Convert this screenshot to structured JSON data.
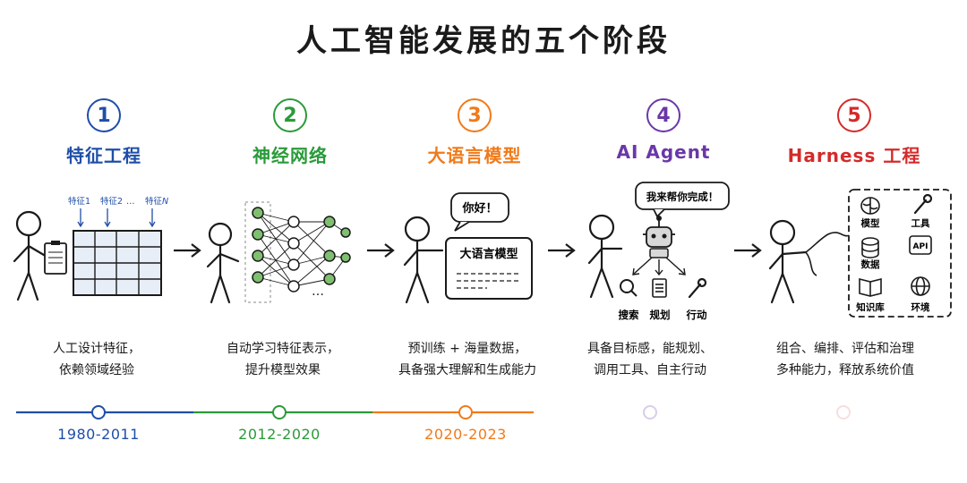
{
  "title": "人工智能发展的五个阶段",
  "colors": {
    "stage1": "#1f4ea8",
    "stage2": "#2a9a3a",
    "stage3": "#f07a1a",
    "stage4": "#6a38a8",
    "stage5": "#d42a2a"
  },
  "stages": [
    {
      "number": "1",
      "name": "特征工程",
      "desc_line1": "人工设计特征，",
      "desc_line2": "依赖领域经验",
      "period": "1980-2011",
      "labels": {
        "f1": "特征1",
        "f2": "特征2",
        "fn": "特征",
        "fn_sub": "N",
        "dots": "…"
      }
    },
    {
      "number": "2",
      "name": "神经网络",
      "desc_line1": "自动学习特征表示，",
      "desc_line2": "提升模型效果",
      "period": "2012-2020",
      "labels": {
        "dots": "…"
      }
    },
    {
      "number": "3",
      "name": "大语言模型",
      "desc_line1": "预训练 + 海量数据，",
      "desc_line2": "具备强大理解和生成能力",
      "period": "2020-2023",
      "labels": {
        "bubble": "你好！",
        "box": "大语言模型"
      }
    },
    {
      "number": "4",
      "name": "AI Agent",
      "desc_line1": "具备目标感，能规划、",
      "desc_line2": "调用工具、自主行动",
      "period": "",
      "labels": {
        "bubble": "我来帮你完成！",
        "search": "搜索",
        "plan": "规划",
        "act": "行动"
      }
    },
    {
      "number": "5",
      "name": "Harness 工程",
      "desc_line1": "组合、编排、评估和治理",
      "desc_line2": "多种能力，释放系统价值",
      "period": "",
      "labels": {
        "model": "模型",
        "tools": "工具",
        "api": "API",
        "data": "数据",
        "kb": "知识库",
        "env": "环境"
      }
    }
  ]
}
